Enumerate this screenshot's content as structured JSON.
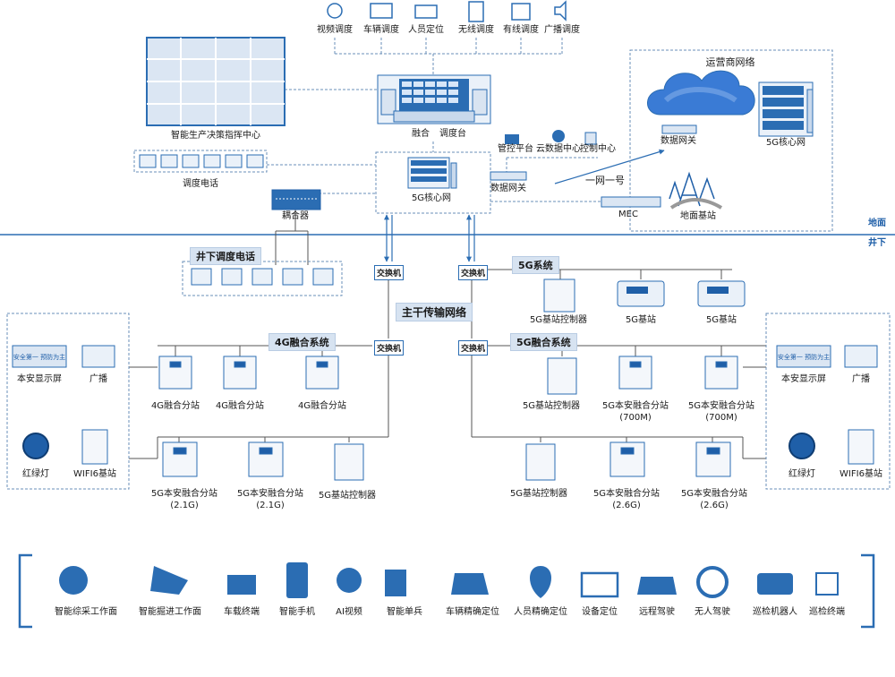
{
  "dispatch_types": [
    {
      "label": "视频调度",
      "icon": "camera-icon"
    },
    {
      "label": "车辆调度",
      "icon": "monitor-icon"
    },
    {
      "label": "人员定位",
      "icon": "id-card-icon"
    },
    {
      "label": "无线调度",
      "icon": "mobile-phone-icon"
    },
    {
      "label": "有线调度",
      "icon": "desk-phone-icon"
    },
    {
      "label": "广播调度",
      "icon": "speaker-icon"
    }
  ],
  "top": {
    "command_center": "智能生产决策指挥中心",
    "console_labels": [
      "融合",
      "调度台"
    ],
    "dispatch_phone": "调度电话",
    "coupler": "耦合器",
    "core_network": "5G核心网",
    "mgmt_platform": "管控平台",
    "cloud_center": "云数据中心",
    "control_center": "控制中心",
    "data_gateway": "数据网关",
    "one_net": "一网一号",
    "mec": "MEC",
    "operator_network": "运营商网络",
    "operator_gateway": "数据网关",
    "operator_core": "5G核心网",
    "ground_station": "地面基站",
    "surface": "地面",
    "underground": "井下"
  },
  "mid": {
    "underground_phone": "井下调度电话",
    "switch": "交换机",
    "backbone": "主干传输网络",
    "sys_5g": "5G系统",
    "sys_4g": "4G融合系统",
    "sys_5g_fusion": "5G融合系统",
    "bs_controller": "5G基站控制器",
    "bs": "5G基站",
    "fusion_4g": "4G融合分站",
    "fusion_5g_21": [
      "5G本安融合分站",
      "(2.1G)"
    ],
    "fusion_5g_700": [
      "5G本安融合分站",
      "(700M)"
    ],
    "fusion_5g_26": [
      "5G本安融合分站",
      "(2.6G)"
    ],
    "safety_screen": "本安显示屏",
    "safety_banner": "安全第一 预防为主",
    "broadcast": "广播",
    "traffic_light": "红绿灯",
    "wifi6": "WIFI6基站"
  },
  "terminals": [
    {
      "label": "智能综采工作面",
      "icon": "shearer-icon"
    },
    {
      "label": "智能掘进工作面",
      "icon": "roadheader-icon"
    },
    {
      "label": "车载终端",
      "icon": "vehicle-terminal-icon"
    },
    {
      "label": "智能手机",
      "icon": "smartphone-5g-icon"
    },
    {
      "label": "AI视频",
      "icon": "ai-camera-icon"
    },
    {
      "label": "智能单兵",
      "icon": "individual-soldier-icon"
    },
    {
      "label": "车辆精确定位",
      "icon": "vehicle-location-icon"
    },
    {
      "label": "人员精确定位",
      "icon": "person-location-icon"
    },
    {
      "label": "设备定位",
      "icon": "device-location-icon"
    },
    {
      "label": "远程驾驶",
      "icon": "remote-driving-icon"
    },
    {
      "label": "无人驾驶",
      "icon": "steering-wheel-icon"
    },
    {
      "label": "巡检机器人",
      "icon": "inspection-robot-icon"
    },
    {
      "label": "巡检终端",
      "icon": "inspection-terminal-icon"
    }
  ],
  "colors": {
    "accent": "#2b6db3",
    "dark": "#1f5fa8",
    "chip": "#d7e3f1",
    "line": "#6a8fb8"
  }
}
